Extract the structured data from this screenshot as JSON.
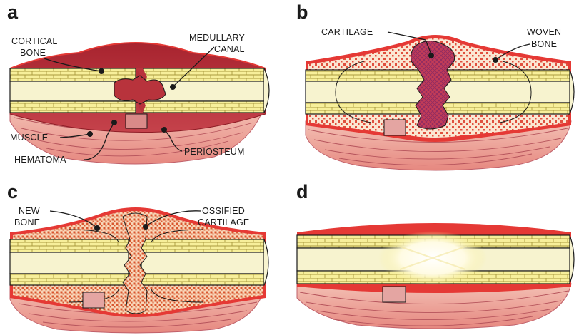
{
  "panels": {
    "a": {
      "letter": "a",
      "labels": {
        "cortical_bone_1": "CORTICAL",
        "cortical_bone_2": "BONE",
        "medullary_canal_1": "MEDULLARY",
        "medullary_canal_2": "CANAL",
        "muscle": "MUSCLE",
        "hematoma": "HEMATOMA",
        "periosteum": "PERIOSTEUM"
      }
    },
    "b": {
      "letter": "b",
      "labels": {
        "cartilage": "CARTILAGE",
        "woven_bone_1": "WOVEN",
        "woven_bone_2": "BONE"
      }
    },
    "c": {
      "letter": "c",
      "labels": {
        "new_bone_1": "NEW",
        "new_bone_2": "BONE",
        "ossified_cartilage_1": "OSSIFIED",
        "ossified_cartilage_2": "CARTILAGE"
      }
    },
    "d": {
      "letter": "d"
    }
  },
  "colors": {
    "background": "#ffffff",
    "hematoma": "#b8333c",
    "periosteum": "#e53935",
    "cortex": "#f7ef9a",
    "cortex_dots": "#e3c44a",
    "marrow": "#f7f3cf",
    "muscle_top": "#f3c0b4",
    "muscle_bottom": "#e98e86",
    "woven_bone_dots": "#e0503f",
    "cartilage": "#c23c57",
    "ossified_dots": "#d9572f",
    "remodeled": "#fffbe6",
    "outline": "#1a1a1a"
  }
}
